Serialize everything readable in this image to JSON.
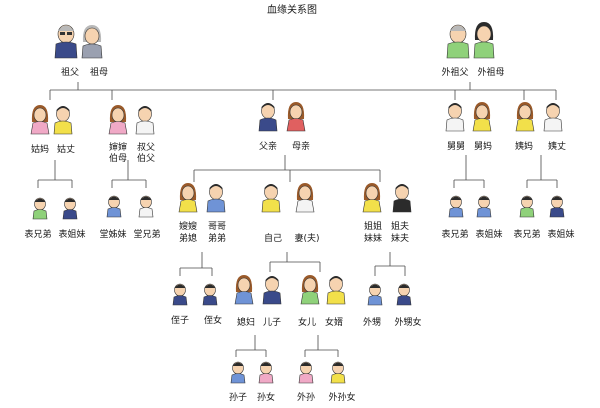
{
  "title": "血缘关系图",
  "people": {
    "grandfather": "祖父",
    "grandmother": "祖母",
    "mat_grandfather": "外祖父",
    "mat_grandmother": "外祖母",
    "aunt_paternal": "姑妈",
    "aunt_paternal_husband": "姑丈",
    "uncle_wife_1": "婶婶",
    "uncle_wife_2": "伯母",
    "uncle_1": "叔父",
    "uncle_2": "伯父",
    "father": "父亲",
    "mother": "母亲",
    "uncle_maternal": "舅舅",
    "uncle_maternal_wife": "舅妈",
    "aunt_maternal": "姨妈",
    "aunt_maternal_husband": "姨丈",
    "cousin_pat_brother": "表兄弟",
    "cousin_pat_sister": "表姐妹",
    "cousin_tang_sister": "堂姊妹",
    "cousin_tang_brother": "堂兄弟",
    "sister_in_law_1": "嫂嫂",
    "sister_in_law_2": "弟媳",
    "brother_1": "哥哥",
    "brother_2": "弟弟",
    "self": "自己",
    "spouse": "妻(夫)",
    "sister_1": "姐姐",
    "sister_2": "妹妹",
    "sister_husband_1": "姐夫",
    "sister_husband_2": "妹夫",
    "cousin_mat_brother_1": "表兄弟",
    "cousin_mat_sister_1": "表姐妹",
    "cousin_mat_brother_2": "表兄弟",
    "cousin_mat_sister_2": "表姐妹",
    "nephew": "侄子",
    "niece": "侄女",
    "daughter_in_law": "媳妇",
    "son": "儿子",
    "daughter": "女儿",
    "son_in_law": "女婿",
    "nephew_sister": "外甥",
    "niece_sister": "外甥女",
    "grandson": "孙子",
    "granddaughter": "孙女",
    "grandson_daughter": "外孙",
    "granddaughter_daughter": "外孙女"
  },
  "colors": {
    "line": "#4a4a4a",
    "skin": "#f6d3b0",
    "hair_dark": "#2b2b2b",
    "hair_grey": "#b9b9b9",
    "hair_brown": "#9a5a2a",
    "hair_blond": "#e8c45a",
    "shirt_blue": "#6f93d6",
    "shirt_green": "#8fd17a",
    "shirt_yellow": "#f2e04a",
    "shirt_pink": "#f0a9c6",
    "shirt_red": "#e06060",
    "shirt_white": "#f4f4f4",
    "shirt_navy": "#3a4a8a"
  }
}
